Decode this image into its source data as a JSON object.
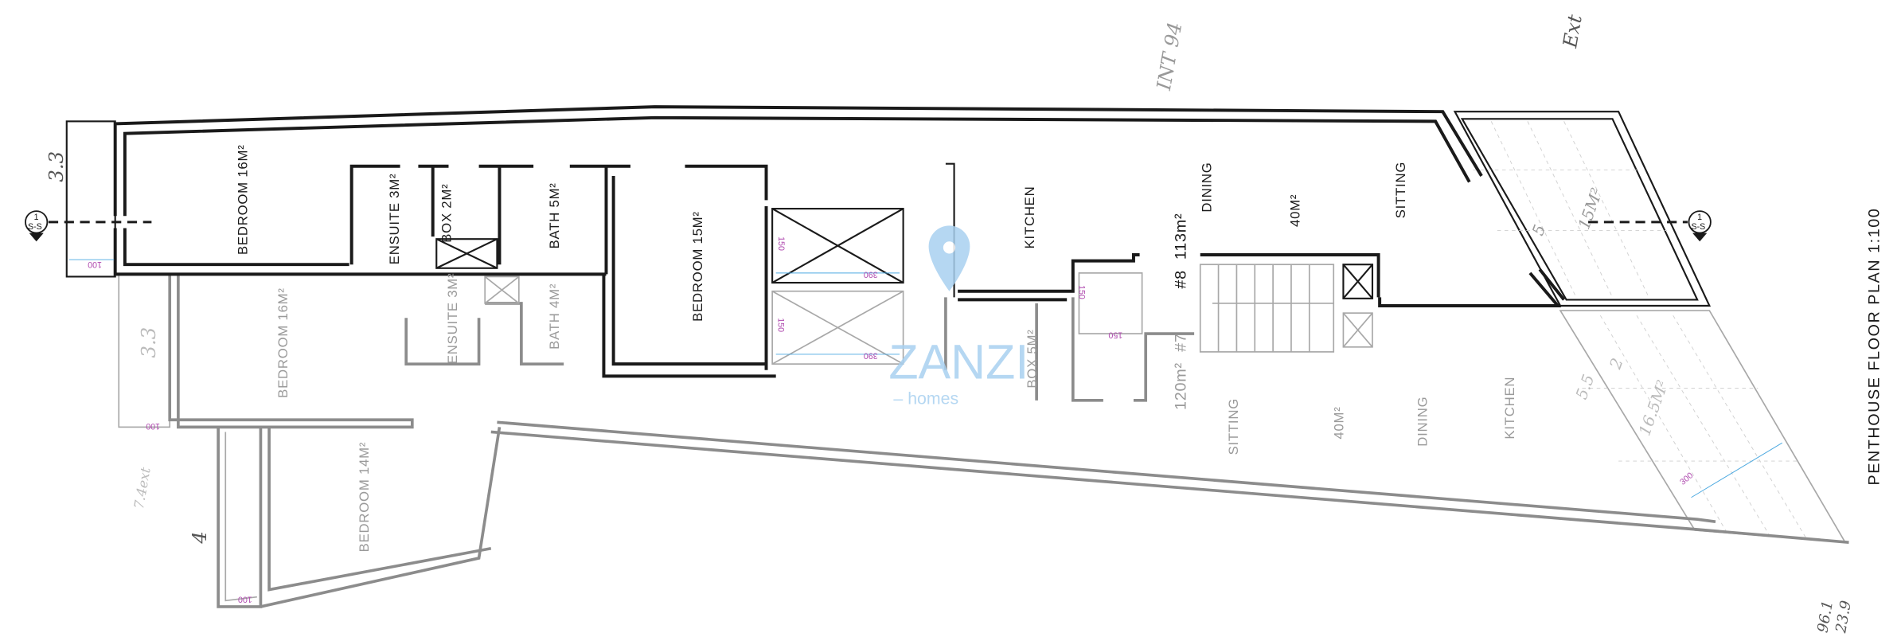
{
  "title": "PENTHOUSE FLOOR PLAN 1:100",
  "colors": {
    "wall_upper": "#1a1a1a",
    "wall_lower": "#8c8c8c",
    "dimension": "#b04cb0",
    "dimension_line": "#4aa8e0",
    "watermark": "#a9d1f0"
  },
  "upper_unit": {
    "id_label": "#8",
    "area": "113m²",
    "rooms": [
      "BEDROOM 16M²",
      "ENSUITE 3M²",
      "BOX 2M²",
      "BATH 5M²",
      "BEDROOM 15M²",
      "KITCHEN",
      "DINING",
      "40M²",
      "SITTING"
    ]
  },
  "lower_unit": {
    "id_label": "#7",
    "area": "120m²",
    "rooms": [
      "BEDROOM 16M²",
      "ENSUITE 3M²",
      "BATH 4M²",
      "BEDROOM 14M²",
      "BOX 5M²",
      "SITTING",
      "40M²",
      "DINING",
      "KITCHEN"
    ]
  },
  "terraces": {
    "upper_area": "15M²",
    "upper_dim": "5",
    "lower_area": "16.5M²",
    "lower_dim1": "2",
    "lower_dim2": "5.5",
    "lower_width": "300"
  },
  "dimensions": [
    "100",
    "100",
    "100",
    "150",
    "390",
    "150",
    "390",
    "150",
    "150"
  ],
  "section_markers": [
    {
      "num": "1",
      "code": "S-S"
    },
    {
      "num": "1",
      "code": "S-S"
    }
  ],
  "handwritten": [
    "3.3",
    "3.3",
    "4",
    "7.4ext",
    "INT 94",
    "Ext",
    "96.1",
    "23.9"
  ],
  "watermark": {
    "brand": "ZANZI",
    "sub": "– homes"
  }
}
